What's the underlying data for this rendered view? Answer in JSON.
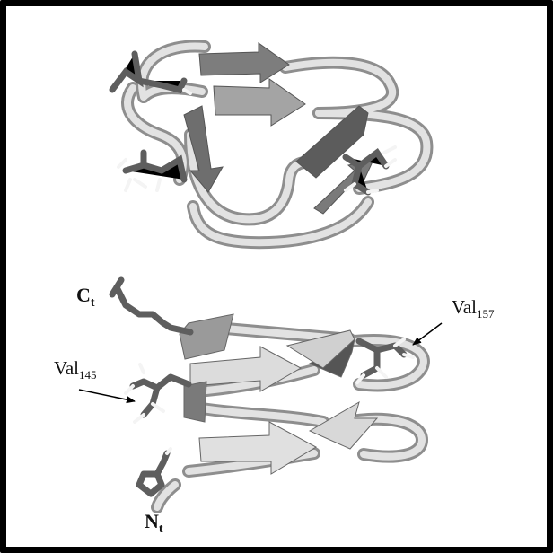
{
  "labels": {
    "c_terminus": {
      "main": "C",
      "sub": "t"
    },
    "n_terminus": {
      "main": "N",
      "sub": "t"
    },
    "val157": {
      "main": "Val",
      "sub": "157"
    },
    "val145": {
      "main": "Val",
      "sub": "145"
    }
  },
  "colors": {
    "frame": "#000000",
    "tube_outline": "#8e8e8e",
    "tube_fill": "#e2e2e2",
    "sheet_dark": "#7d7d7d",
    "sheet_mid": "#9a9a9a",
    "sheet_light": "#dcdcdc",
    "sidechain": "#5e5e5e",
    "hydrogen": "#f4f4f4",
    "arrow": "#000000"
  },
  "icons": {
    "structure_top": "protein-ribbon-model",
    "structure_bottom": "protein-ribbon-model"
  }
}
